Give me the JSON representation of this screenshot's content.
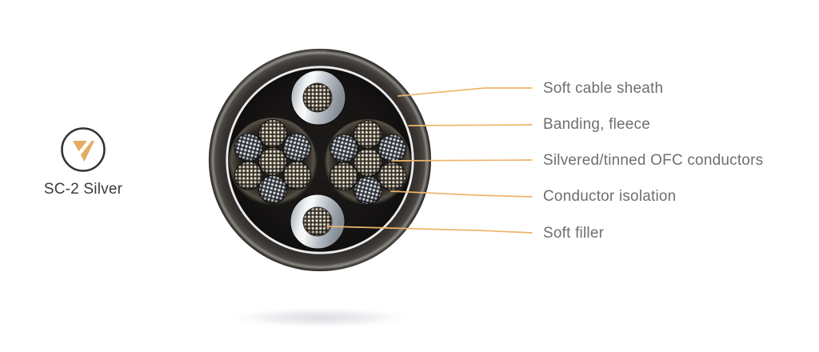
{
  "product": {
    "name": "SC-2 Silver"
  },
  "logo": {
    "icon": "v-logo-icon",
    "mark_color": "#e2ac62",
    "ring_color": "#333335"
  },
  "diagram": {
    "type": "cable-cross-section",
    "callouts": [
      {
        "label": "Soft cable sheath"
      },
      {
        "label": "Banding, fleece"
      },
      {
        "label": "Silvered/tinned OFC conductors"
      },
      {
        "label": "Conductor isolation"
      },
      {
        "label": "Soft filler"
      }
    ],
    "colors": {
      "leader_line": "#efb56c",
      "label_text": "#6f6f72",
      "sheath": "#262322",
      "banding": "#ebecee",
      "silver_filler": "#dfe3e8",
      "strand_warm": "#ece3cc",
      "strand_cool": "#d9dfe5"
    }
  }
}
